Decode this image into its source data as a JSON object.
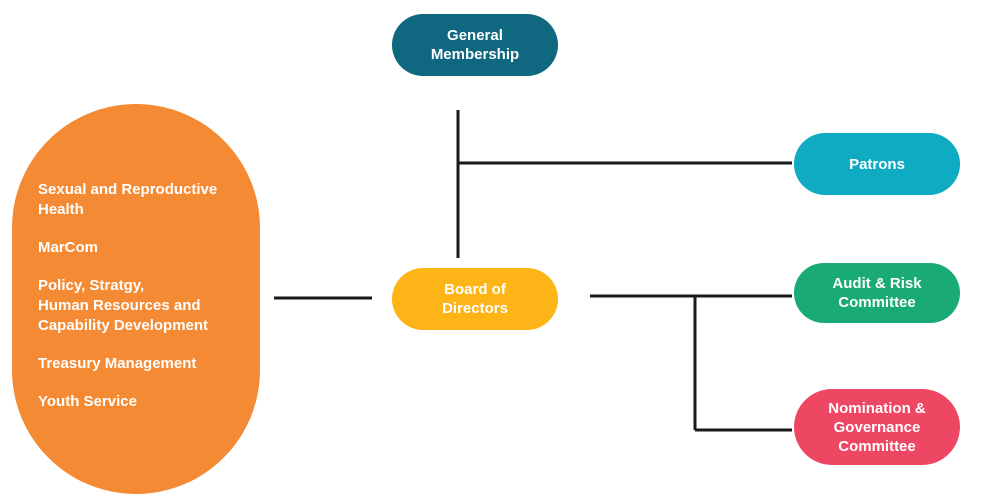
{
  "nodes": {
    "general_membership": {
      "label": "General\nMembership",
      "color": "#0f6880"
    },
    "patrons": {
      "label": "Patrons",
      "color": "#0eabc2"
    },
    "board": {
      "label": "Board of\nDirectors",
      "color": "#fcb416"
    },
    "audit": {
      "label": "Audit & Risk\nCommittee",
      "color": "#1aab75"
    },
    "nomination": {
      "label": "Nomination &\nGovernance\nCommittee",
      "color": "#ee4763"
    },
    "programs": {
      "color": "#f48a33",
      "items": [
        "Sexual and Reproductive\nHealth",
        "MarCom",
        "Policy, Stratgy,\nHuman Resources and\nCapability Development",
        "Treasury Management",
        "Youth Service"
      ]
    }
  },
  "line_color": "#1a1a1a"
}
